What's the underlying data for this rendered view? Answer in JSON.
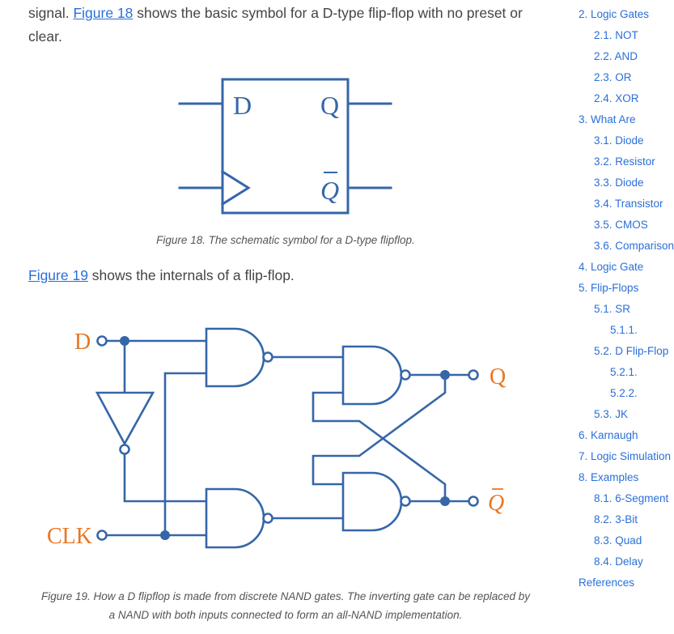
{
  "article": {
    "para1": {
      "before": "signal. ",
      "link": "Figure 18",
      "after": " shows the basic symbol for a D-type flip-flop with no preset or clear."
    },
    "figure18": {
      "caption": "Figure 18. The schematic symbol for a D-type flipflop.",
      "labels": {
        "d": "D",
        "q": "Q",
        "qbar": "Q"
      }
    },
    "para2": {
      "link": "Figure 19",
      "after": " shows the internals of a flip-flop."
    },
    "figure19": {
      "caption_line1": "Figure 19. How a D flipflop is made from discrete NAND gates. The inverting gate can be replaced by",
      "caption_line2": "a NAND with both inputs connected to form an all-NAND implementation.",
      "labels": {
        "d": "D",
        "clk": "CLK",
        "q": "Q",
        "qbar": "Q"
      }
    }
  },
  "colors": {
    "wire": "#3566a8",
    "label_orange": "#e87722",
    "link": "#2a6fd8",
    "body_text": "#444444",
    "caption_text": "#555555"
  },
  "toc": {
    "items": [
      {
        "label": "2. Logic Gates",
        "level": 1
      },
      {
        "label": "2.1. NOT",
        "level": 2
      },
      {
        "label": "2.2. AND",
        "level": 2
      },
      {
        "label": "2.3. OR",
        "level": 2
      },
      {
        "label": "2.4. XOR",
        "level": 2
      },
      {
        "label": "3. What Are",
        "level": 1
      },
      {
        "label": "3.1. Diode",
        "level": 2
      },
      {
        "label": "3.2. Resistor",
        "level": 2
      },
      {
        "label": "3.3. Diode",
        "level": 2
      },
      {
        "label": "3.4. Transistor",
        "level": 2
      },
      {
        "label": "3.5. CMOS",
        "level": 2
      },
      {
        "label": "3.6. Comparison",
        "level": 2
      },
      {
        "label": "4. Logic Gate",
        "level": 1
      },
      {
        "label": "5. Flip-Flops",
        "level": 1
      },
      {
        "label": "5.1. SR",
        "level": 2
      },
      {
        "label": "5.1.1.",
        "level": 3
      },
      {
        "label": "5.2. D Flip-Flop",
        "level": 2
      },
      {
        "label": "5.2.1.",
        "level": 3
      },
      {
        "label": "5.2.2.",
        "level": 3
      },
      {
        "label": "5.3. JK",
        "level": 2
      },
      {
        "label": "6. Karnaugh",
        "level": 1
      },
      {
        "label": "7. Logic Simulation",
        "level": 1
      },
      {
        "label": "8. Examples",
        "level": 1
      },
      {
        "label": "8.1. 6-Segment",
        "level": 2
      },
      {
        "label": "8.2. 3-Bit",
        "level": 2
      },
      {
        "label": "8.3. Quad",
        "level": 2
      },
      {
        "label": "8.4. Delay",
        "level": 2
      },
      {
        "label": "References",
        "level": 1
      }
    ]
  }
}
